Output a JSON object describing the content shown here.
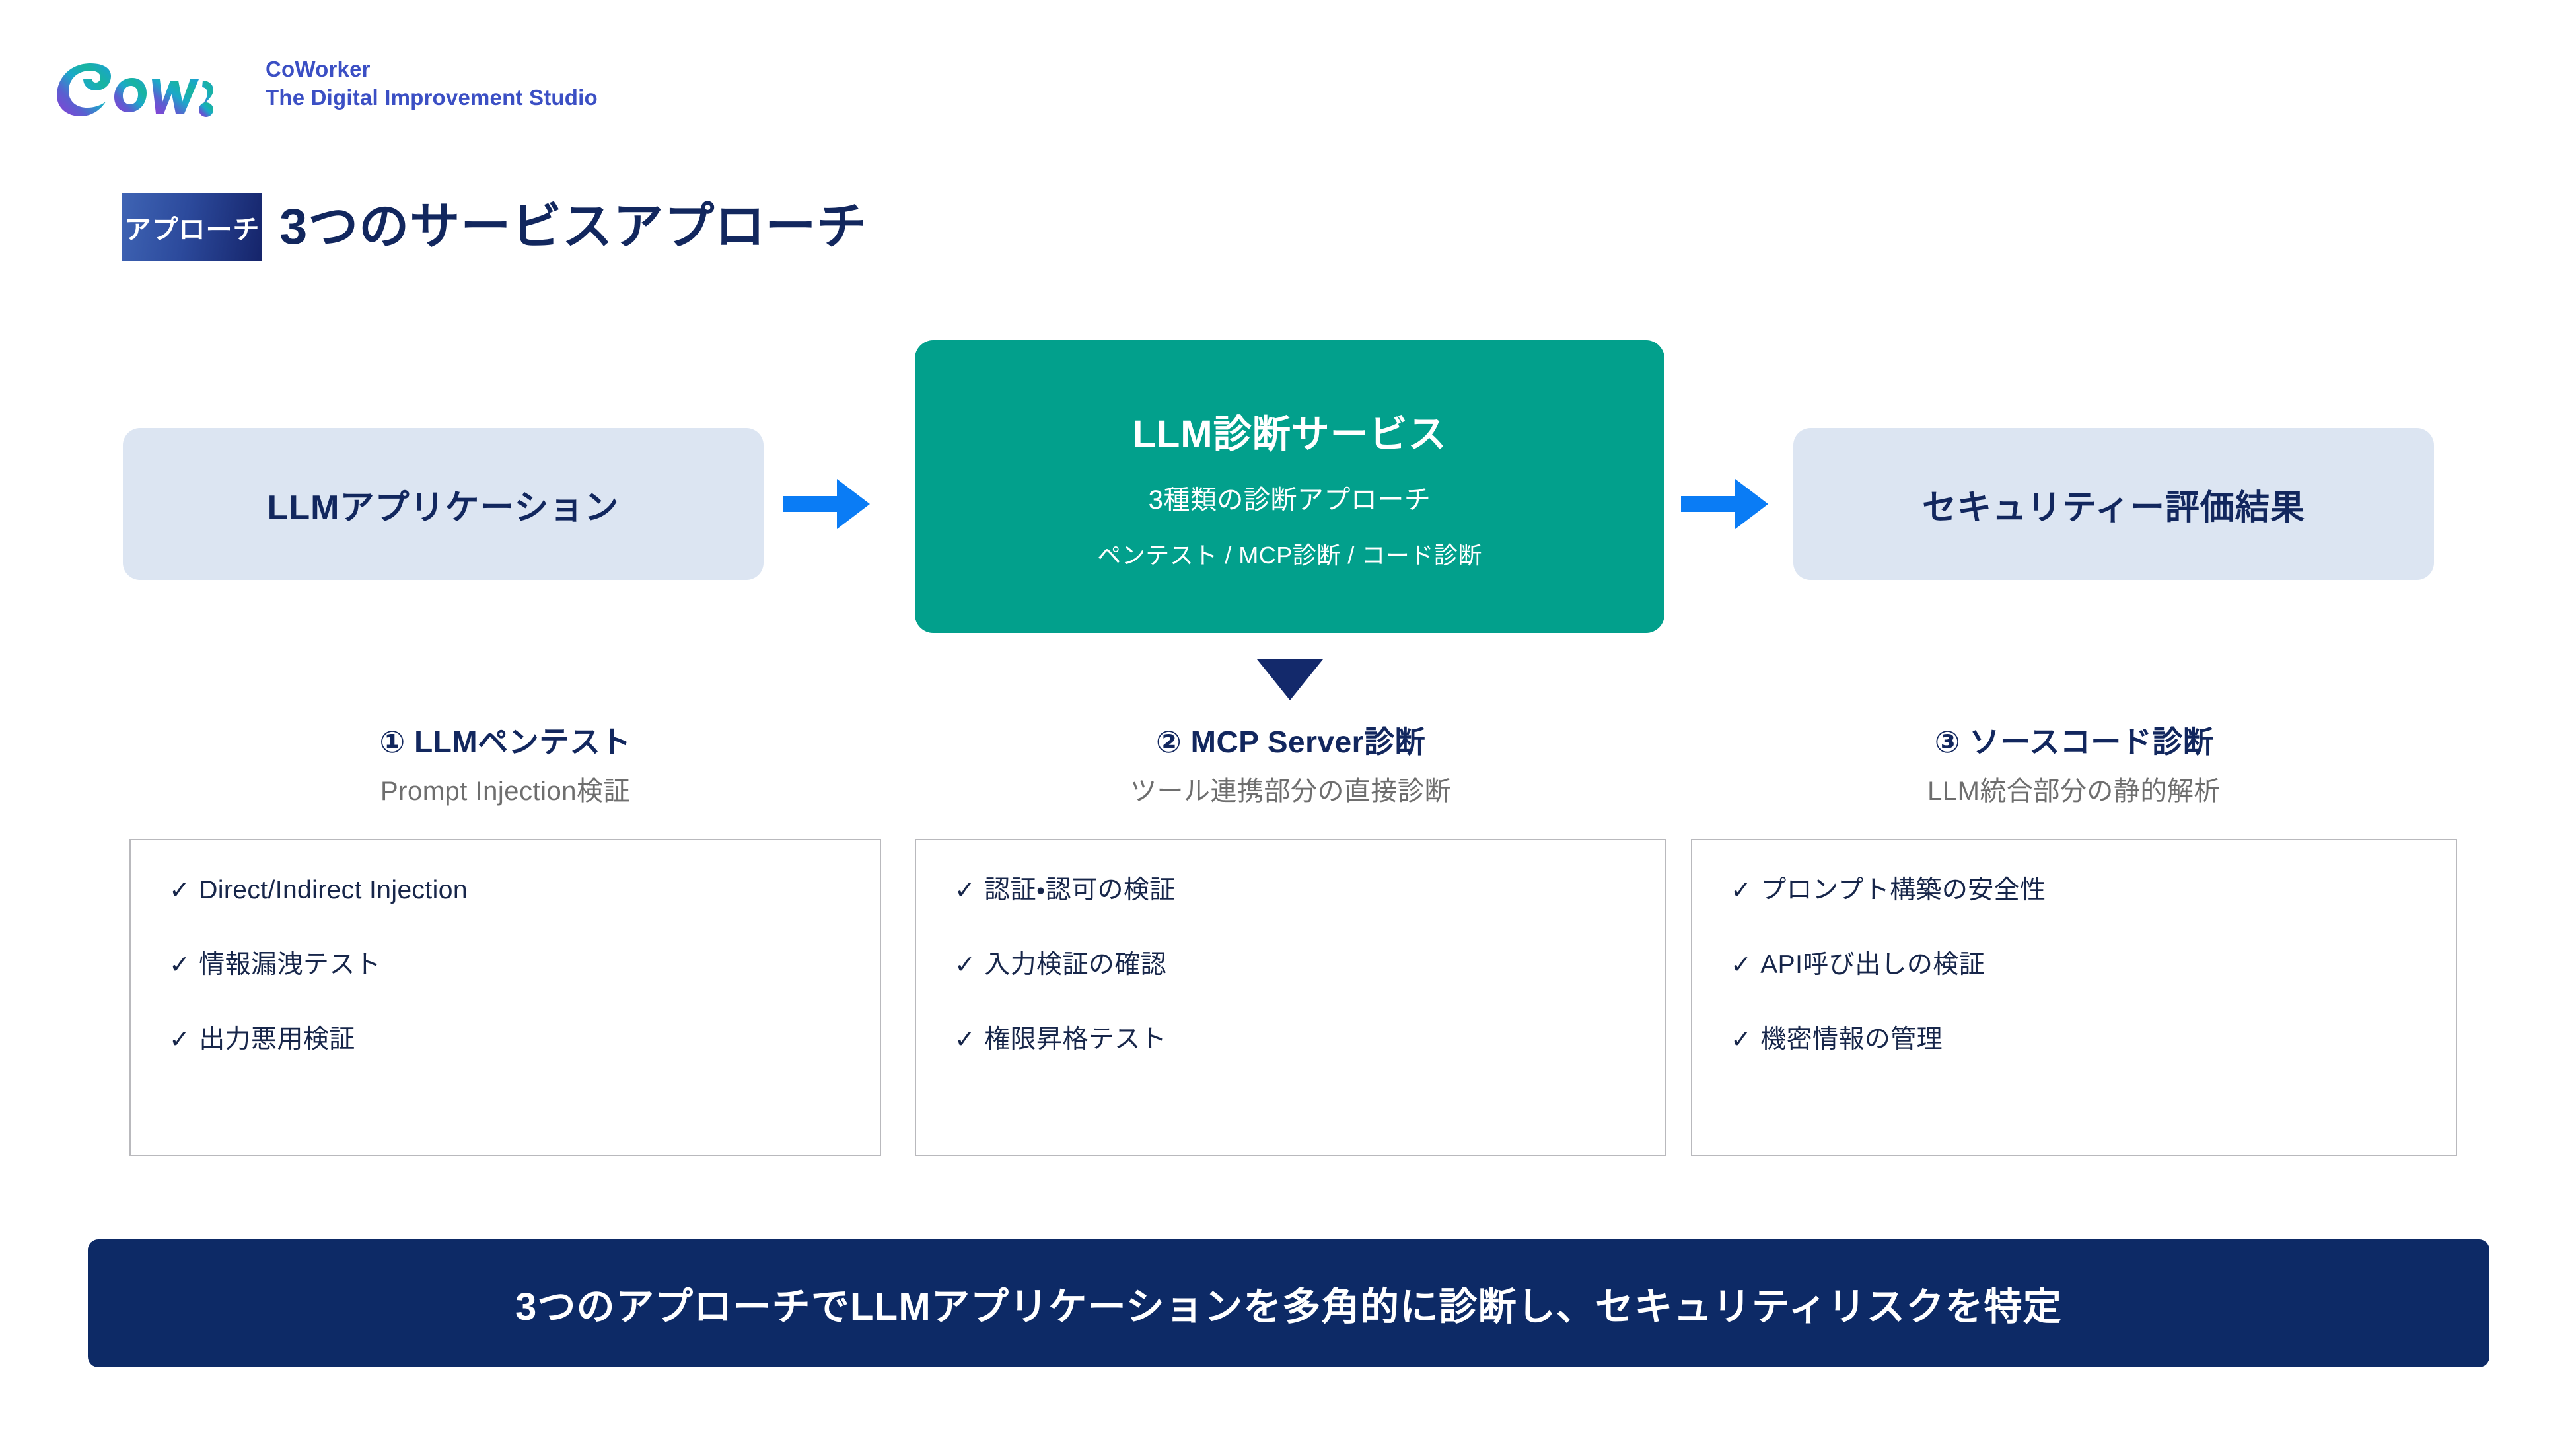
{
  "brand": {
    "logo_icon": "coworker-script-logo",
    "name": "CoWorker",
    "tagline": "The Digital Improvement Studio",
    "logo_gradient": [
      "#8B3FD6",
      "#5A5FD0",
      "#1BA9C9",
      "#18B4A0",
      "#1C9FD8"
    ],
    "text_color": "#3b4fc4"
  },
  "header": {
    "badge": "アプローチ",
    "title": "3つのサービスアプローチ",
    "badge_gradient_from": "#3f64b4",
    "badge_gradient_to": "#15246a",
    "title_color": "#12275e"
  },
  "flow": {
    "input": {
      "label": "LLMアプリケーション",
      "bg": "#dce5f2",
      "text_color": "#12275e"
    },
    "arrow_1": {
      "icon": "arrow-right-icon",
      "color": "#0a7cf5"
    },
    "service": {
      "title": "LLM診断サービス",
      "subtitle": "3種類の診断アプローチ",
      "detail": "ペンテスト / MCP診断 / コード診断",
      "bg": "#02a08c",
      "text_color": "#ffffff"
    },
    "arrow_2": {
      "icon": "arrow-right-icon",
      "color": "#0a7cf5"
    },
    "output": {
      "label": "セキュリティー評価結果",
      "bg": "#dce5f2",
      "text_color": "#12275e"
    },
    "arrow_down": {
      "icon": "triangle-down-icon",
      "color": "#13296b"
    }
  },
  "columns": [
    {
      "heading": "① LLMペンテスト",
      "subheading": "Prompt Injection検証",
      "check_symbol": "✓",
      "items": [
        "Direct/Indirect Injection",
        "情報漏洩テスト",
        "出力悪用検証"
      ]
    },
    {
      "heading": "② MCP Server診断",
      "subheading": "ツール連携部分の直接診断",
      "check_symbol": "✓",
      "items": [
        "認証・認可の検証",
        "入力検証の確認",
        "権限昇格テスト"
      ]
    },
    {
      "heading": "③ ソースコード診断",
      "subheading": "LLM統合部分の静的解析",
      "check_symbol": "✓",
      "items": [
        "プロンプト構築の安全性",
        "API呼び出しの検証",
        "機密情報の管理"
      ]
    }
  ],
  "banner": {
    "text": "3つのアプローチでLLMアプリケーションを多角的に診断し、セキュリティリスクを特定",
    "bg": "#0d2a66",
    "text_color": "#ffffff"
  }
}
